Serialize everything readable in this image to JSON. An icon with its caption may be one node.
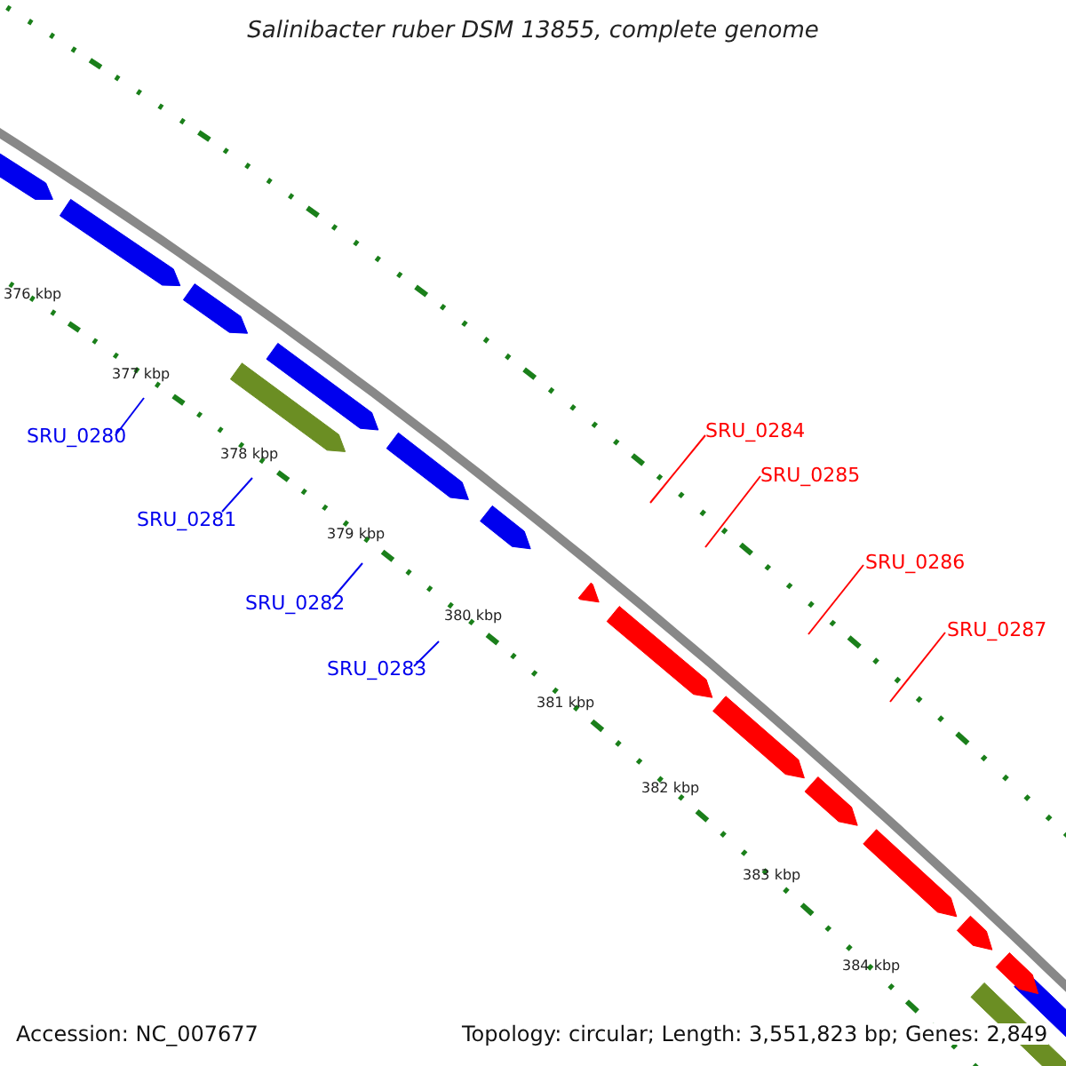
{
  "diagram": {
    "title": "Salinibacter ruber DSM 13855, complete genome",
    "nodes": [
      {
        "text": [
          "SRU_0280"
        ]
      },
      {
        "text": [
          "SRU_0281"
        ]
      },
      {
        "text": [
          "SRU_0282"
        ]
      },
      {
        "text": [
          "SRU_0283"
        ]
      },
      {
        "text": [
          "SRU_0284"
        ]
      },
      {
        "text": [
          "SRU_0285"
        ]
      },
      {
        "text": [
          "SRU_0286"
        ]
      },
      {
        "text": [
          "SRU_0287"
        ]
      }
    ],
    "edges": [
      {
        "from": 0,
        "to": null,
        "arrow": "none"
      },
      {
        "from": 1,
        "to": null,
        "arrow": "none"
      },
      {
        "from": 2,
        "to": null,
        "arrow": "none"
      },
      {
        "from": 3,
        "to": null,
        "arrow": "none"
      },
      {
        "from": 4,
        "to": null,
        "arrow": "none",
        "color": "#ff0000"
      },
      {
        "from": 5,
        "to": null,
        "arrow": "none",
        "color": "#ff0000"
      },
      {
        "from": 6,
        "to": null,
        "arrow": "none",
        "color": "#ff0000"
      },
      {
        "from": 7,
        "to": null,
        "arrow": "none",
        "color": "#ff0000"
      }
    ],
    "labels": [
      "376 kbp",
      "377 kbp",
      "378 kbp",
      "379 kbp",
      "380 kbp",
      "381 kbp",
      "382 kbp",
      "383 kbp",
      "384 kbp",
      "Accession: NC_007677",
      "Topology: circular; Length: 3,551,823 bp; Genes: 2,849"
    ]
  }
}
